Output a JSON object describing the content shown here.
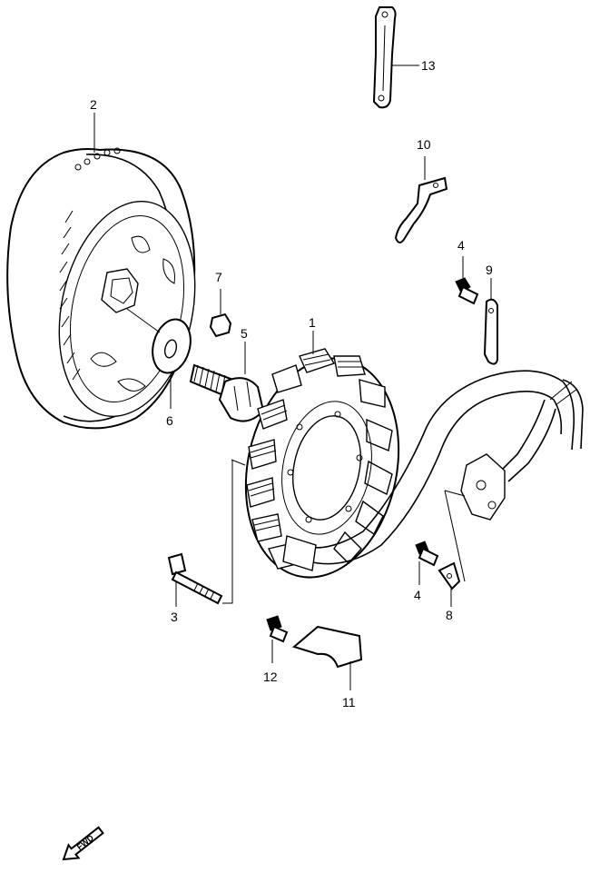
{
  "callouts": {
    "c1": "1",
    "c2": "2",
    "c3": "3",
    "c4a": "4",
    "c4b": "4",
    "c5": "5",
    "c6": "6",
    "c7": "7",
    "c8": "8",
    "c9": "9",
    "c10": "10",
    "c11": "11",
    "c12": "12",
    "c13": "13"
  },
  "fwd": {
    "label": "FWD",
    "icon": "fwd-arrow-icon"
  }
}
